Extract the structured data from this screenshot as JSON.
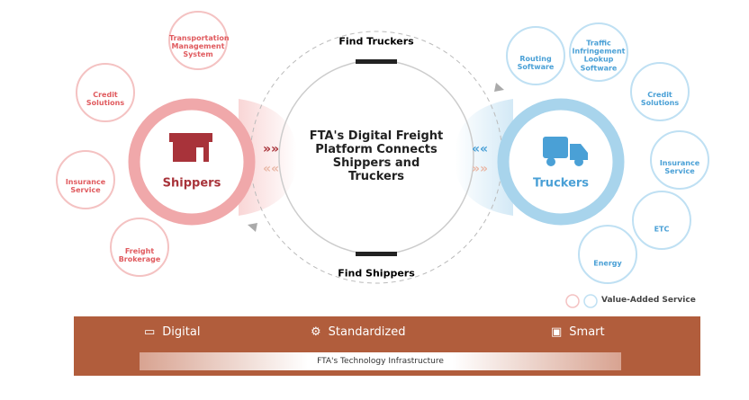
{
  "center": {
    "title": "FTA's Digital Freight Platform Connects Shippers and Truckers",
    "find_truckers": "Find Truckers",
    "find_shippers": "Find Shippers"
  },
  "shippers": {
    "label": "Shippers",
    "color": "#f0a8aa",
    "services": [
      "Transportation Management System",
      "Credit Solutions",
      "Insurance Service",
      "Freight Brokerage"
    ]
  },
  "truckers": {
    "label": "Truckers",
    "color": "#a8d4ec",
    "services": [
      "Routing Software",
      "Traffic Infringement Lookup Software",
      "Credit Solutions",
      "Insurance Service",
      "ETC",
      "Energy"
    ]
  },
  "legend": {
    "label": "Value-Added Service"
  },
  "infrastructure": {
    "items": [
      "Digital",
      "Standardized",
      "Smart"
    ],
    "label": "FTA's Technology Infrastructure",
    "color": "#b15d3c"
  }
}
